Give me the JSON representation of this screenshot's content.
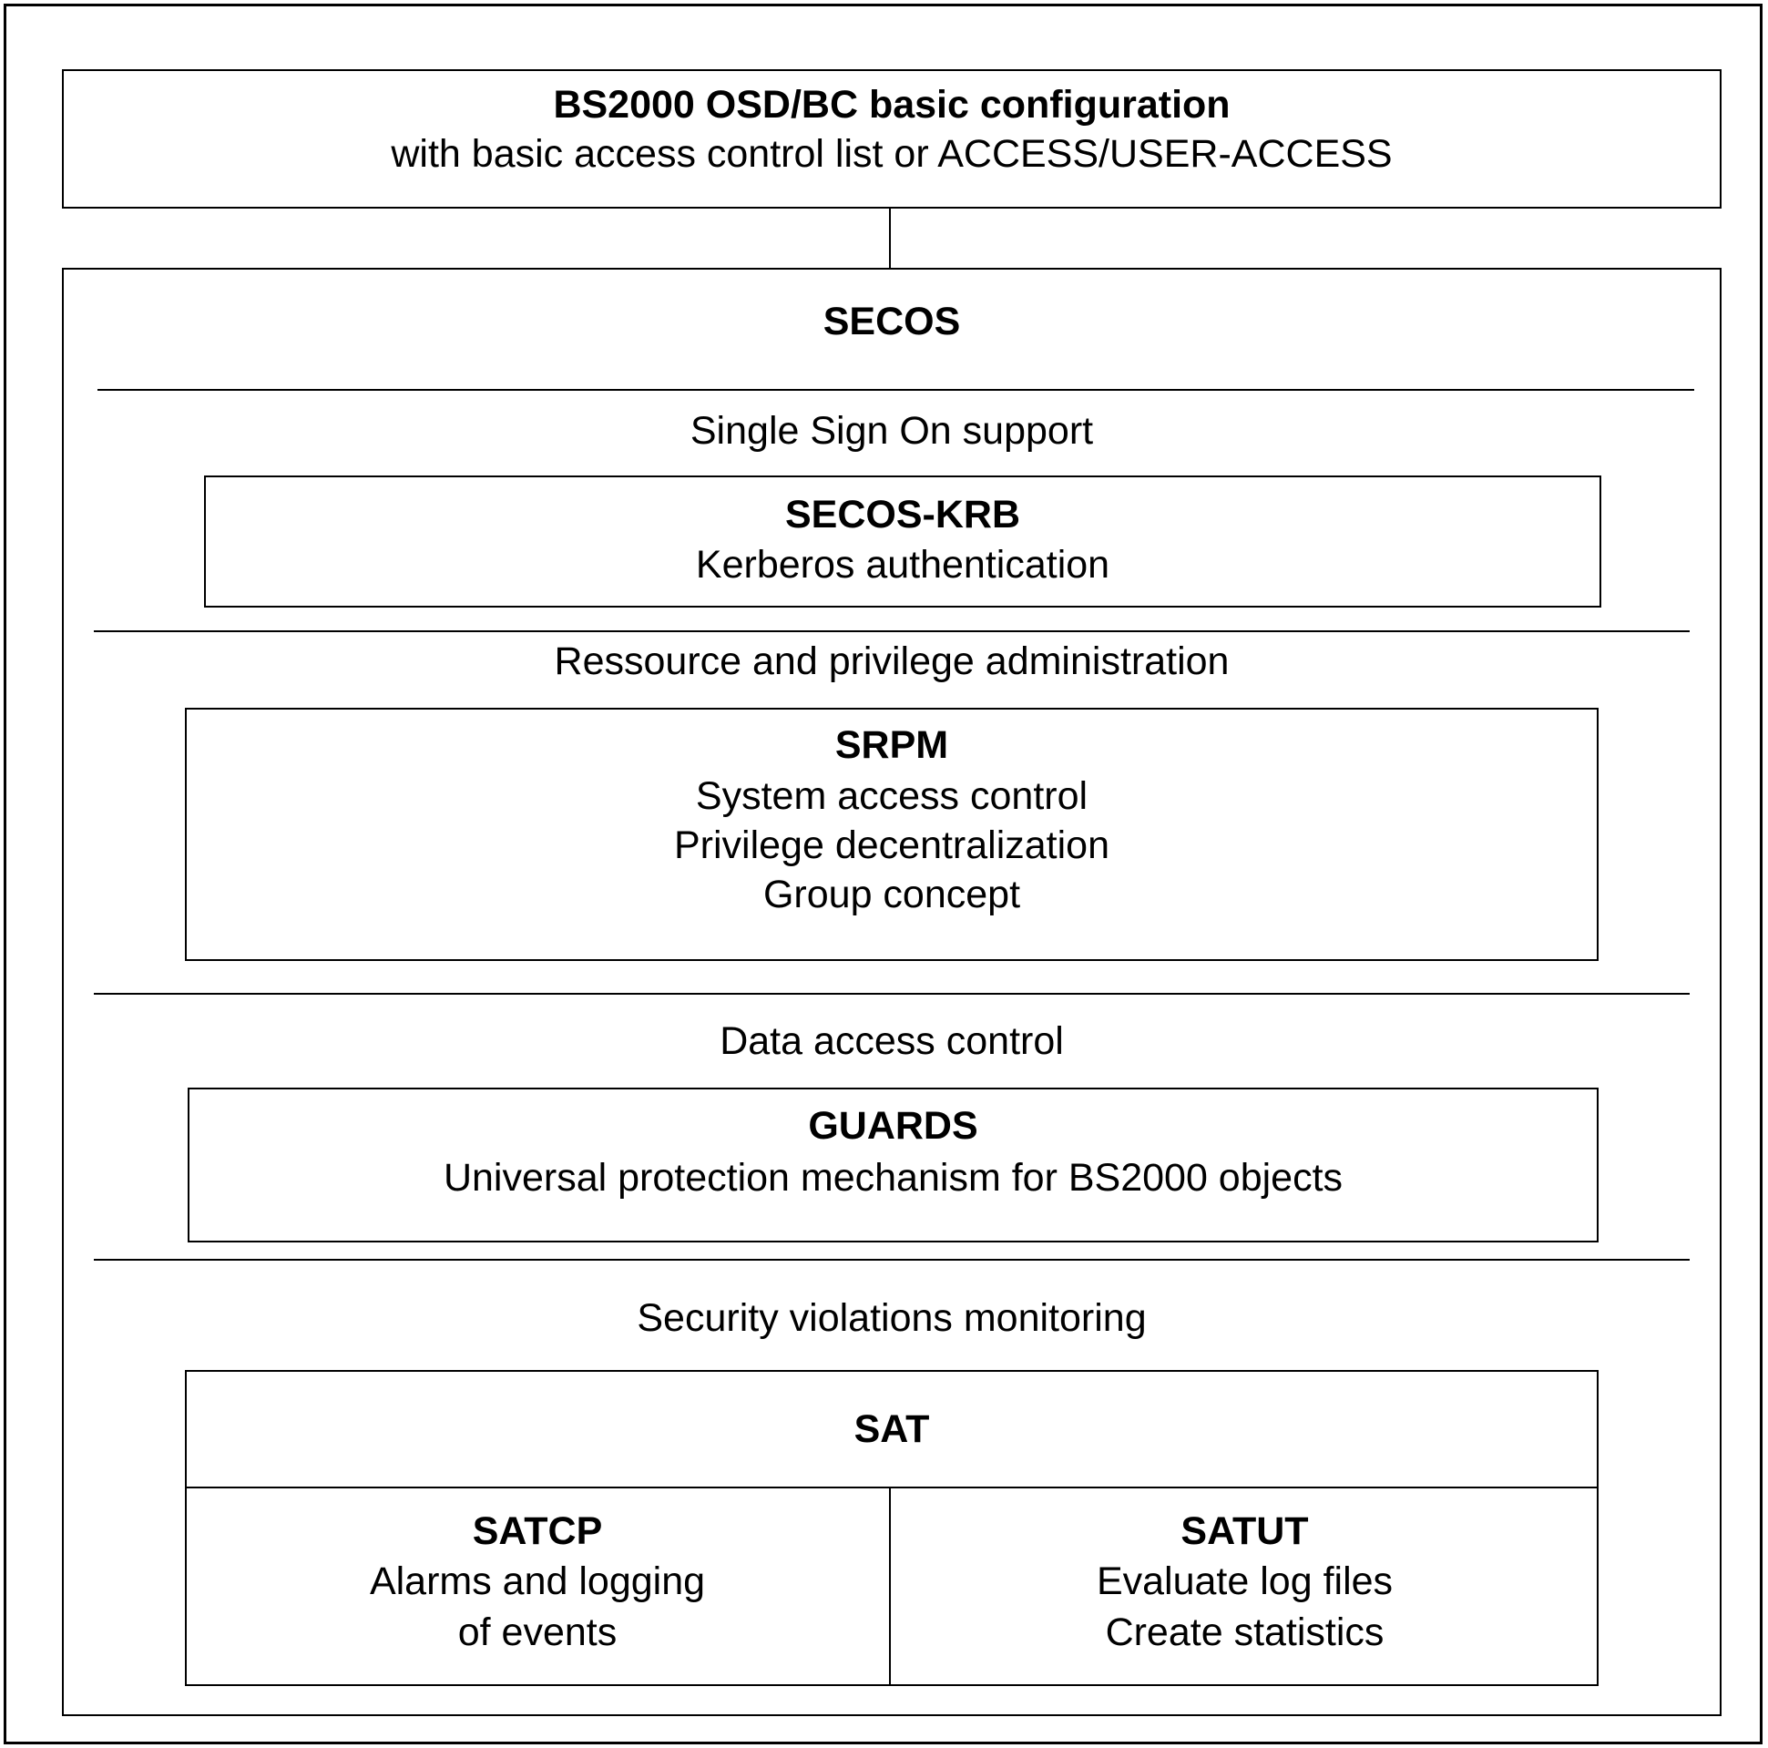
{
  "top_box": {
    "title": "BS2000 OSD/BC basic configuration",
    "subtitle": "with basic access control list or ACCESS/USER-ACCESS"
  },
  "secos": {
    "title": "SECOS",
    "sections": [
      {
        "heading": "Single Sign On support",
        "module": {
          "title": "SECOS-KRB",
          "lines": [
            "Kerberos authentication"
          ]
        }
      },
      {
        "heading": "Ressource and privilege administration",
        "module": {
          "title": "SRPM",
          "lines": [
            "System access control",
            "Privilege decentralization",
            "Group concept"
          ]
        }
      },
      {
        "heading": "Data access control",
        "module": {
          "title": "GUARDS",
          "lines": [
            "Universal protection mechanism for BS2000 objects"
          ]
        }
      },
      {
        "heading": "Security violations monitoring",
        "module": {
          "title": "SAT",
          "submodules": [
            {
              "title": "SATCP",
              "lines": [
                "Alarms and logging",
                "of events"
              ]
            },
            {
              "title": "SATUT",
              "lines": [
                "Evaluate log files",
                "Create statistics"
              ]
            }
          ]
        }
      }
    ]
  }
}
